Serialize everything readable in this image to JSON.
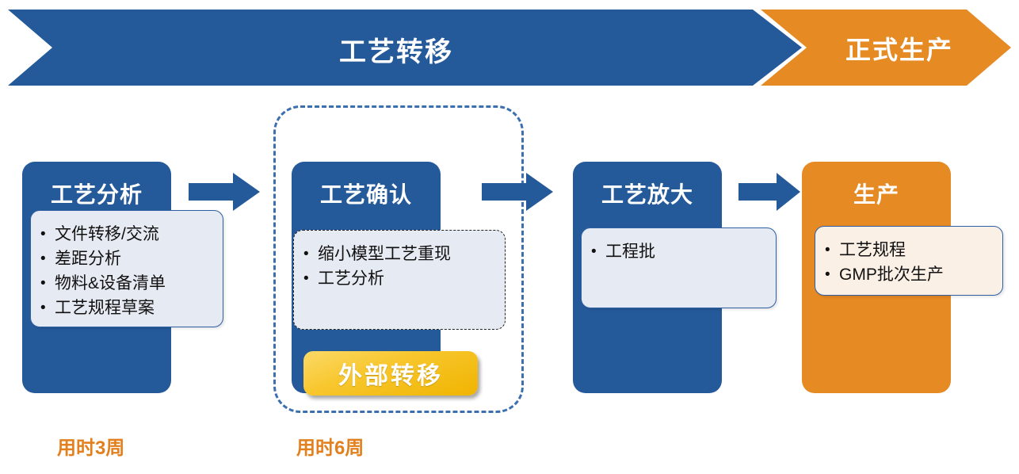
{
  "banner": {
    "phases": [
      {
        "label": "工艺转移",
        "color": "#255A9A",
        "name": "process-transfer"
      },
      {
        "label": "正式生产",
        "color": "#E68A24",
        "name": "formal-production"
      }
    ]
  },
  "stages": [
    {
      "title": "工艺分析",
      "theme": "blue",
      "items": [
        "文件转移/交流",
        "差距分析",
        "物料&设备清单",
        "工艺规程草案"
      ],
      "panel_style": "solid-blue"
    },
    {
      "title": "工艺确认",
      "theme": "blue",
      "items": [
        "缩小模型工艺重现",
        "工艺分析"
      ],
      "panel_style": "dashed-dark",
      "badge": "外部转移"
    },
    {
      "title": "工艺放大",
      "theme": "blue",
      "items": [
        "工程批"
      ],
      "panel_style": "solid-blue"
    },
    {
      "title": "生产",
      "theme": "orange",
      "items": [
        "工艺规程",
        "GMP批次生产"
      ],
      "panel_style": "solid-cream"
    }
  ],
  "durations": [
    {
      "label": "用时3周"
    },
    {
      "label": "用时6周"
    }
  ],
  "colors": {
    "blue": "#255A9A",
    "orange": "#E68A24",
    "gold": "#F8C72E",
    "panel_blue": "#E6EAF2",
    "panel_cream": "#FBF0E6",
    "dashed_group": "#3C6FAE",
    "duration_text": "#E2801F"
  }
}
